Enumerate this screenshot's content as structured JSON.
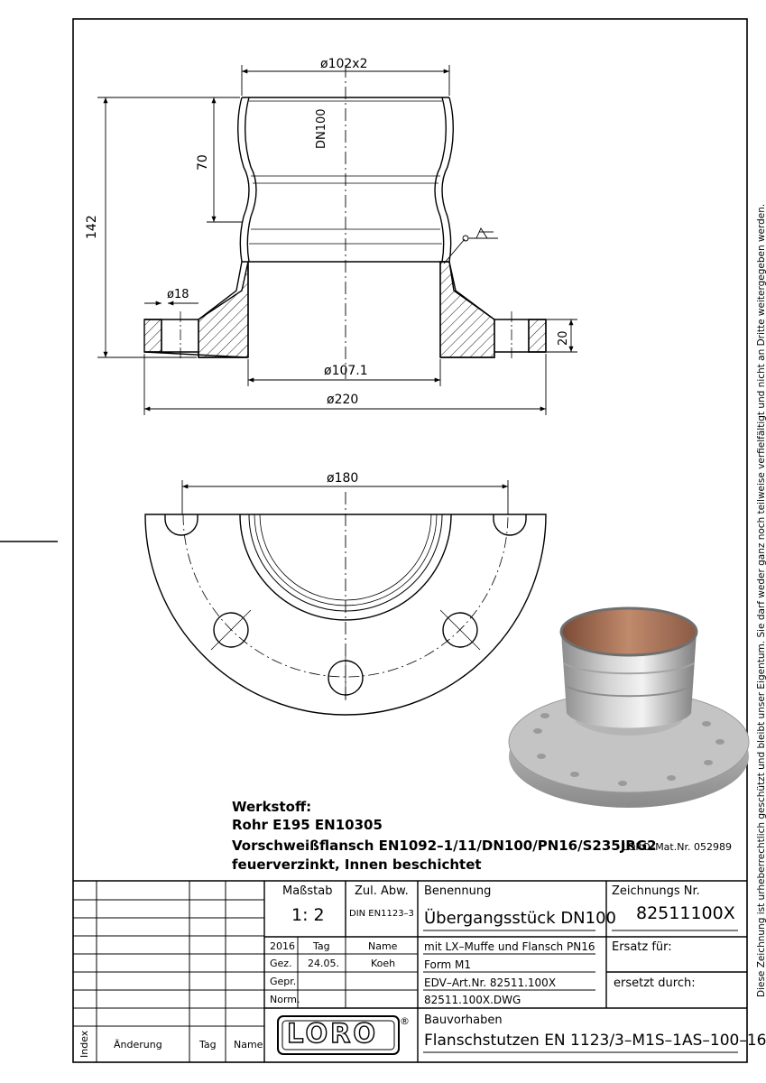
{
  "dimensions": {
    "pipe_dia": "ø102x2",
    "dn": "DN100",
    "height_70": "70",
    "height_142": "142",
    "hole_dia": "ø18",
    "flange_thk": "20",
    "bore_dia": "ø107.1",
    "flange_dia": "ø220",
    "bolt_circle": "ø180"
  },
  "material": {
    "heading": "Werkstoff:",
    "line1": "Rohr E195 EN10305",
    "line2": "Vorschweißflansch EN1092–1/11/DN100/PN16/S235JRG2",
    "mat_nr": "LORO–Mat.Nr. 052989",
    "line3": "feuerverzinkt, Innen beschichtet"
  },
  "title_block": {
    "massstab_label": "Maßstab",
    "massstab_value": "1: 2",
    "zul_abw_label": "Zul. Abw.",
    "zul_abw_value": "DIN EN1123–3",
    "benennung_label": "Benennung",
    "benennung_value": "Übergangsstück DN100",
    "zeichnungs_label": "Zeichnungs Nr.",
    "zeichnungs_value": "82511100X",
    "year": "2016",
    "tag_label": "Tag",
    "name_label": "Name",
    "gez_label": "Gez.",
    "gez_tag": "24.05.",
    "gez_name": "Koeh",
    "gepr_label": "Gepr.",
    "norm_label": "Norm.",
    "desc1": "mit LX–Muffe und Flansch PN16",
    "desc2": "Form M1",
    "desc3": "EDV–Art.Nr. 82511.100X",
    "desc4": "82511.100X.DWG",
    "ersatz_fuer": "Ersatz für:",
    "ersetzt_durch": "ersetzt durch:",
    "bauvorhaben_label": "Bauvorhaben",
    "bauvorhaben_value": "Flanschstutzen EN 1123/3–M1S–1AS–100–16",
    "index_label": "Index",
    "aenderung_label": "Änderung",
    "rev_tag_label": "Tag",
    "rev_name_label": "Name",
    "logo_text": "LORO",
    "logo_reg": "®"
  },
  "side_note": "Diese Zeichnung ist urheberrechtlich geschützt und bleibt unser Eigentum. Sie darf weder ganz noch teilweise verfielfältigt und nicht an Dritte weitergegeben werden."
}
